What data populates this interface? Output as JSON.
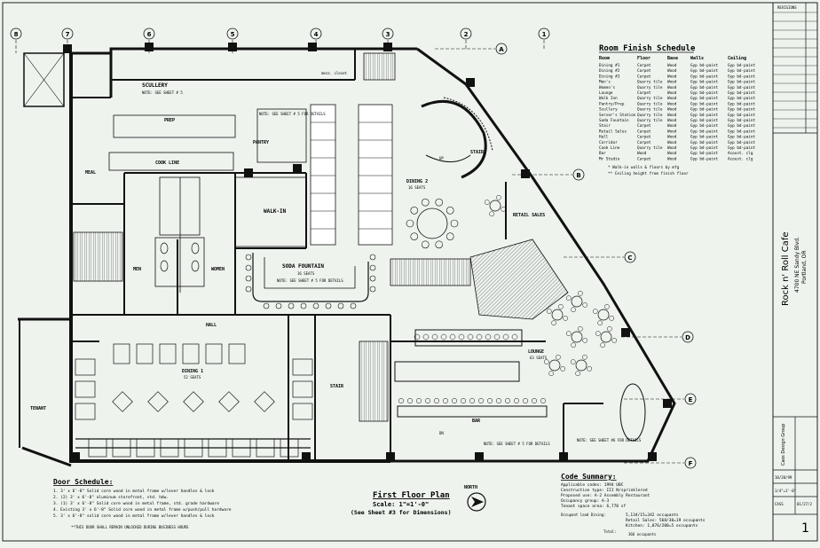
{
  "grid_columns": [
    "8",
    "7",
    "6",
    "5",
    "4",
    "3",
    "2",
    "1"
  ],
  "grid_rows": [
    "A",
    "B",
    "C",
    "D",
    "E",
    "F"
  ],
  "rooms": {
    "scullery": "SCULLERY",
    "scullery_note": "NOTE: SEE SHEET # 5",
    "prep": "PREP",
    "cook_line": "COOK LINE",
    "meal": "MEAL",
    "pantry": "PANTRY",
    "pantry_note": "NOTE: SEE SHEET # 5 FOR DETAILS",
    "walk_in": "WALK-IN",
    "men": "MEN",
    "women": "WOMEN",
    "hall": "HALL",
    "soda_fountain": "SODA FOUNTAIN",
    "soda_fountain_seats": "16 SEATS",
    "soda_note": "NOTE: SEE SHEET # 5 FOR DETAILS",
    "dining2": "DINING 2",
    "dining2_seats": "16 SEATS",
    "dining1": "DINING 1",
    "dining1_seats": "52 SEATS",
    "retail_sales": "RETAIL SALES",
    "lounge": "LOUNGE",
    "lounge_seats": "63 SEATS",
    "bar": "BAR",
    "bar_note": "NOTE: SEE SHEET # 5 FOR DETAILS",
    "bar_note2": "NOTE: SEE SHEET #6 FOR DETAILS",
    "stair": "STAIR",
    "stair2": "STAIR",
    "tenant": "TENANT",
    "up": "UP",
    "dn": "DN",
    "mech_closet": "mezz. closet"
  },
  "finish_schedule": {
    "title": "Room Finish Schedule",
    "headers": [
      "Room",
      "Floor",
      "Base",
      "Walls",
      "Ceiling"
    ],
    "rows": [
      [
        "Dining #1",
        "Carpet",
        "Wood",
        "Gyp bd-paint",
        "Gyp bd-paint"
      ],
      [
        "Dining #2",
        "Carpet",
        "Wood",
        "Gyp bd-paint",
        "Gyp bd-paint"
      ],
      [
        "Dining #3",
        "Carpet",
        "Wood",
        "Gyp bd-paint",
        "Gyp bd-paint"
      ],
      [
        "Men's",
        "Quarry tile",
        "Wood",
        "Gyp bd-paint",
        "Gyp bd-paint"
      ],
      [
        "Women's",
        "Quarry tile",
        "Wood",
        "Gyp bd-paint",
        "Gyp bd-paint"
      ],
      [
        "Lounge",
        "Carpet",
        "Wood",
        "Gyp bd-paint",
        "Gyp bd-paint"
      ],
      [
        "Walk Inn",
        "Quarry tile",
        "Wood",
        "Gyp bd-paint",
        "Gyp bd-paint"
      ],
      [
        "Pantry/Prep",
        "Quarry tile",
        "Wood",
        "Gyp bd-paint",
        "Gyp bd-paint"
      ],
      [
        "Scullery",
        "Quarry tile",
        "Wood",
        "Gyp bd-paint",
        "Gyp bd-paint"
      ],
      [
        "Server's Station",
        "Quarry tile",
        "Wood",
        "Gyp bd-paint",
        "Gyp bd-paint"
      ],
      [
        "Soda Fountain",
        "Quarry tile",
        "Wood",
        "Gyp bd-paint",
        "Gyp bd-paint"
      ],
      [
        "Stair",
        "Carpet",
        "Wood",
        "Gyp bd-paint",
        "Gyp bd-paint"
      ],
      [
        "Retail Sales",
        "Carpet",
        "Wood",
        "Gyp bd-paint",
        "Gyp bd-paint"
      ],
      [
        "Hall",
        "Carpet",
        "Wood",
        "Gyp bd-paint",
        "Gyp bd-paint"
      ],
      [
        "Corridor",
        "Carpet",
        "Wood",
        "Gyp bd-paint",
        "Gyp bd-paint"
      ],
      [
        "Cook Line",
        "Quarry tile",
        "Wood",
        "Gyp bd-paint",
        "Gyp bd-paint"
      ],
      [
        "Bar",
        "Wood",
        "Wood",
        "Gyp bd-paint",
        "Acoust. clg"
      ],
      [
        "Mr Studio",
        "Carpet",
        "Wood",
        "Gyp bd-paint",
        "Acoust. clg"
      ]
    ],
    "notes": [
      "* Walk-in walls & floors by mfg",
      "** Ceiling height from finish floor"
    ]
  },
  "title_block": {
    "project_name": "Rock n' Roll Cafe",
    "address_1": "4700 NE Sandy Blvd.",
    "address_2": "Portland, OR",
    "firm": "Cass Design Group",
    "revisions_label": "REVISIONS",
    "sheet_number": "1",
    "date": "10/20/99",
    "scale": "1/4\"=1'-0\"",
    "drawn": "CASS",
    "job": "01/27/2"
  },
  "plan_title": {
    "title": "First Floor Plan",
    "scale": "Scale: 1\"=1'-0\"",
    "note": "(See Sheet #3 for Dimensions)"
  },
  "north_label": "NORTH",
  "door_schedule": {
    "title": "Door Schedule:",
    "items": [
      "1. 3' x 6'-8\" Solid core wood in metal frame w/lever handles & lock",
      "2. (2) 3' x 6'-8\" aluminum storefront, std. hdw.",
      "3. (1) 3' x 6'-8\" Solid core wood in metal frame, std. grade hardware",
      "4. Existing 3' x 6'-8\" Solid core wood in metal frame w/push/pull hardware",
      "5. 3' x 6'-8\" solid core wood in metal frame w/lever handles & lock"
    ],
    "footer": "**THIS DOOR SHALL REMAIN UNLOCKED DURING BUSINESS HOURS"
  },
  "code_summary": {
    "title": "Code Summary:",
    "lines": [
      "Applicable codes: 1994 UBC",
      "Construction type: III N/sprinklered",
      "Proposed use: A-2 Assembly Restaurant",
      "Occupancy group: A-3",
      "Tenant space area: 6,778 sf"
    ],
    "occupant_label": "Occupant load Dining:",
    "occupant_values": [
      "5,134/15=342 occupants",
      "Retail Sales: 568/30=19 occupants",
      "Kitchen: 1,076/200=5 occupants"
    ],
    "total_label": "Total:",
    "total_value": "366 occupants"
  }
}
